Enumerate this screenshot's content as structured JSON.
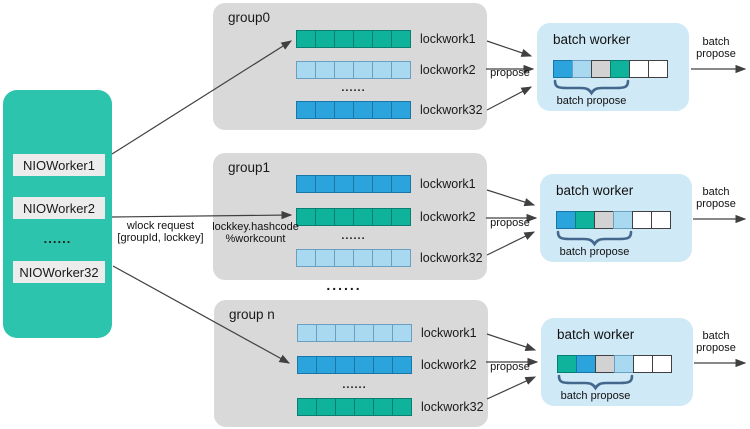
{
  "colors": {
    "panel": "#2cc4ad",
    "chip_bg": "#ececec",
    "group_bg": "#d9d9d9",
    "batch_bg": "#cfe9f6",
    "arrow": "#404040",
    "brace": "#44678d"
  },
  "palette": {
    "teal": {
      "fill": "#0fb39c",
      "border": "#0a7f70"
    },
    "blue": {
      "fill": "#2ba3dc",
      "border": "#1b76a8"
    },
    "lightblue": {
      "fill": "#a9d9f1",
      "border": "#6b9fc2"
    },
    "gray": {
      "fill": "#d2d2d2",
      "border": "#404040"
    },
    "white": {
      "fill": "#ffffff",
      "border": "#404040"
    }
  },
  "left_panel": {
    "workers": [
      "NIOWorker1",
      "NIOWorker2",
      "......",
      "NIOWorker32"
    ]
  },
  "flow_labels": {
    "wlock_line1": "wlock request",
    "wlock_line2": "[groupId, lockkey]",
    "hash_line1": "lockkey.hashcode",
    "hash_line2": "%workcount",
    "propose": "propose",
    "out_line1": "batch",
    "out_line2": "propose",
    "groups_ellipsis": "......"
  },
  "groups": [
    {
      "title": "group0",
      "ellipsis": "......",
      "rows": [
        {
          "label": "lockwork1",
          "cells": [
            "teal",
            "teal",
            "teal",
            "teal",
            "teal",
            "teal"
          ]
        },
        {
          "label": "lockwork2",
          "cells": [
            "lightblue",
            "lightblue",
            "lightblue",
            "lightblue",
            "lightblue",
            "lightblue"
          ]
        },
        {
          "label": "lockwork32",
          "cells": [
            "blue",
            "blue",
            "blue",
            "blue",
            "blue",
            "blue"
          ]
        }
      ]
    },
    {
      "title": "group1",
      "ellipsis": "......",
      "rows": [
        {
          "label": "lockwork1",
          "cells": [
            "blue",
            "blue",
            "blue",
            "blue",
            "blue",
            "blue"
          ]
        },
        {
          "label": "lockwork2",
          "cells": [
            "teal",
            "teal",
            "teal",
            "teal",
            "teal",
            "teal"
          ]
        },
        {
          "label": "lockwork32",
          "cells": [
            "lightblue",
            "lightblue",
            "lightblue",
            "lightblue",
            "lightblue",
            "lightblue"
          ]
        }
      ]
    },
    {
      "title": "group n",
      "ellipsis": "......",
      "rows": [
        {
          "label": "lockwork1",
          "cells": [
            "lightblue",
            "lightblue",
            "lightblue",
            "lightblue",
            "lightblue",
            "lightblue"
          ]
        },
        {
          "label": "lockwork2",
          "cells": [
            "blue",
            "blue",
            "blue",
            "blue",
            "blue",
            "blue"
          ]
        },
        {
          "label": "lockwork32",
          "cells": [
            "teal",
            "teal",
            "teal",
            "teal",
            "teal",
            "teal"
          ]
        }
      ]
    }
  ],
  "batch_workers": [
    {
      "title": "batch worker",
      "brace_label": "batch propose",
      "cells": [
        "blue",
        "lightblue",
        "gray",
        "teal",
        "white",
        "white"
      ]
    },
    {
      "title": "batch worker",
      "brace_label": "batch propose",
      "cells": [
        "blue",
        "teal",
        "gray",
        "lightblue",
        "white",
        "white"
      ]
    },
    {
      "title": "batch worker",
      "brace_label": "batch propose",
      "cells": [
        "teal",
        "blue",
        "gray",
        "lightblue",
        "white",
        "white"
      ]
    }
  ]
}
